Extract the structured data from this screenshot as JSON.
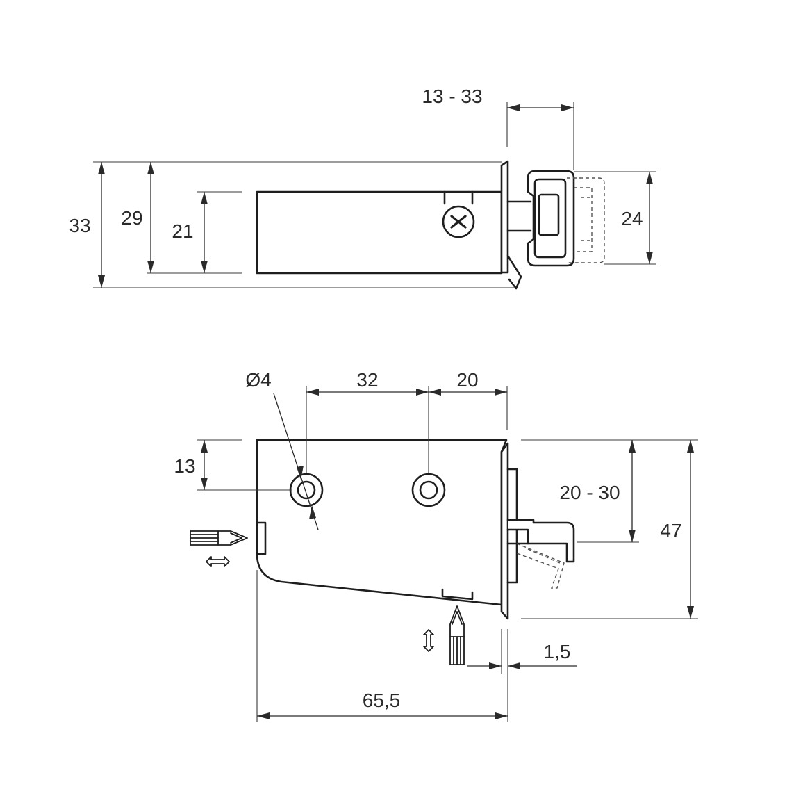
{
  "top_view": {
    "dimensions": {
      "stroke_adjust": "13 - 33",
      "overall_height": "33",
      "inner_height": "29",
      "body_height": "21",
      "head_height": "24"
    }
  },
  "front_view": {
    "dimensions": {
      "hole_diameter": "Ø4",
      "hole_spacing": "32",
      "hole_to_front": "20",
      "hole_height": "13",
      "height_adjust": "20 - 30",
      "overall_height": "47",
      "flange_thickness": "1,5",
      "overall_length": "65,5"
    }
  },
  "icons": [
    "screwdriver-bit-horizontal-icon",
    "double-arrow-horizontal-icon",
    "screwdriver-bit-vertical-icon",
    "double-arrow-vertical-icon",
    "cross-screw-icon"
  ]
}
